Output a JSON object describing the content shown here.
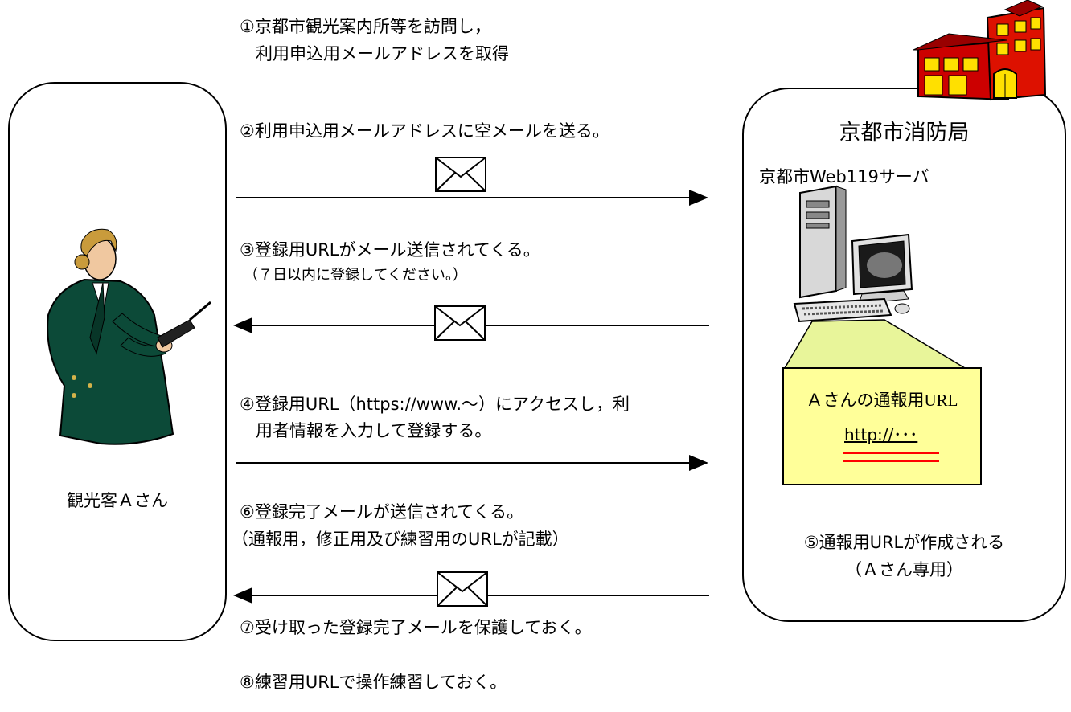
{
  "steps": {
    "s1_line1": "①京都市観光案内所等を訪問し，",
    "s1_line2": "利用申込用メールアドレスを取得",
    "s2": "②利用申込用メールアドレスに空メールを送る。",
    "s3_line1": "③登録用URLがメール送信されてくる。",
    "s3_line2": "（７日以内に登録してください。）",
    "s4_line1": "④登録用URL（https://www.～）にアクセスし，利",
    "s4_line2": "用者情報を入力して登録する。",
    "s6_line1": "⑥登録完了メールが送信されてくる。",
    "s6_line2": "（通報用，修正用及び練習用のURLが記載）",
    "s7": "⑦受け取った登録完了メールを保護しておく。",
    "s8": "⑧練習用URLで操作練習しておく。"
  },
  "tourist": {
    "label": "観光客Ａさん"
  },
  "fire_dept": {
    "title": "京都市消防局",
    "server": "京都市Web119サーバ",
    "note_title": "Ａさんの通報用URL",
    "note_url": "http://･･･",
    "s5_line1": "⑤通報用URLが作成される",
    "s5_line2": "（Ａさん専用）"
  },
  "colors": {
    "note_fill": "#ffff99",
    "beam_fill": "#e8f59a",
    "url_underline": "#ff0000",
    "building": "#cc0000"
  }
}
